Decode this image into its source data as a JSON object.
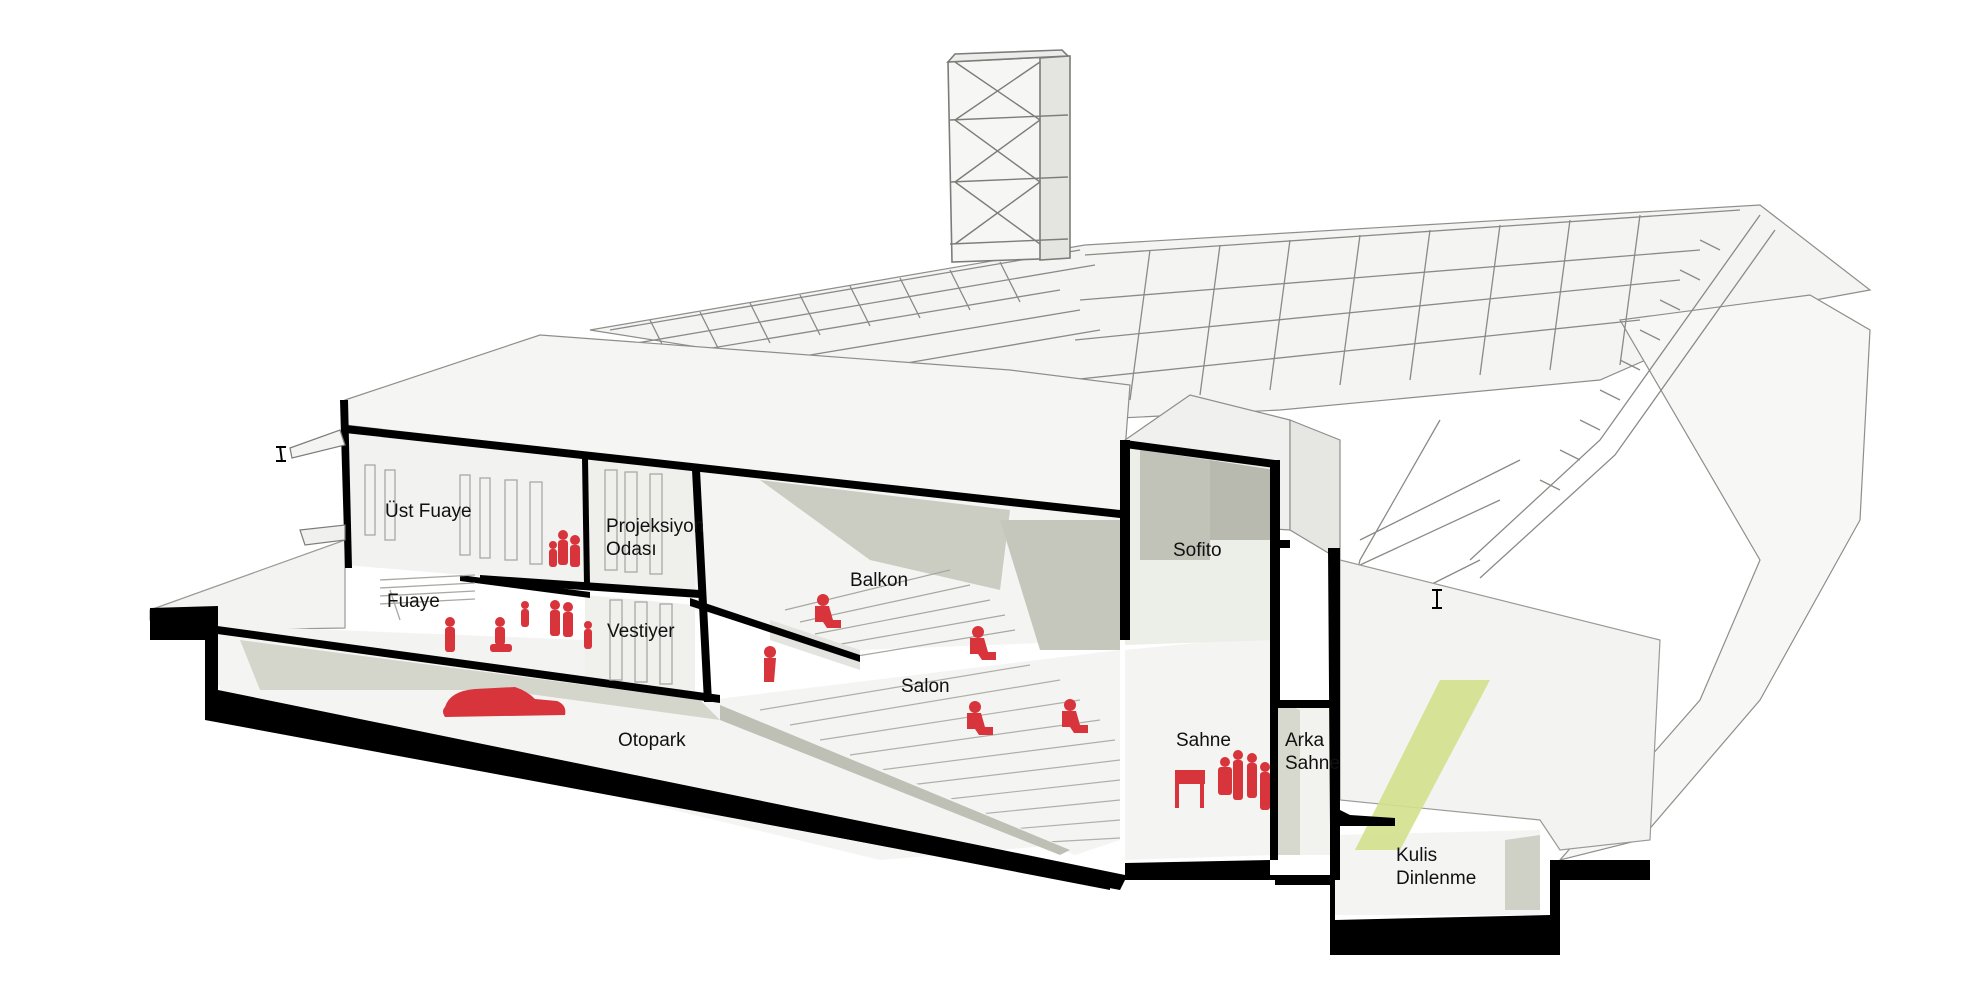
{
  "labels": {
    "ust_fuaye": "Üst Fuaye",
    "fuaye": "Fuaye",
    "projeksiyon": "Projeksiyon\nOdası",
    "vestiyer": "Vestiyer",
    "balkon": "Balkon",
    "salon": "Salon",
    "sofito": "Sofito",
    "sahne": "Sahne",
    "arka_sahne": "Arka\nSahne",
    "otopark": "Otopark",
    "kulis": "Kulis\nDinlenme"
  },
  "colors": {
    "cut": "#000000",
    "floor": "#ececea",
    "wall": "#f1f1ef",
    "shadow": "#c8c9bf",
    "line": "#9a9a96",
    "figure": "#d8343c",
    "highlight": "#d3e08c"
  }
}
